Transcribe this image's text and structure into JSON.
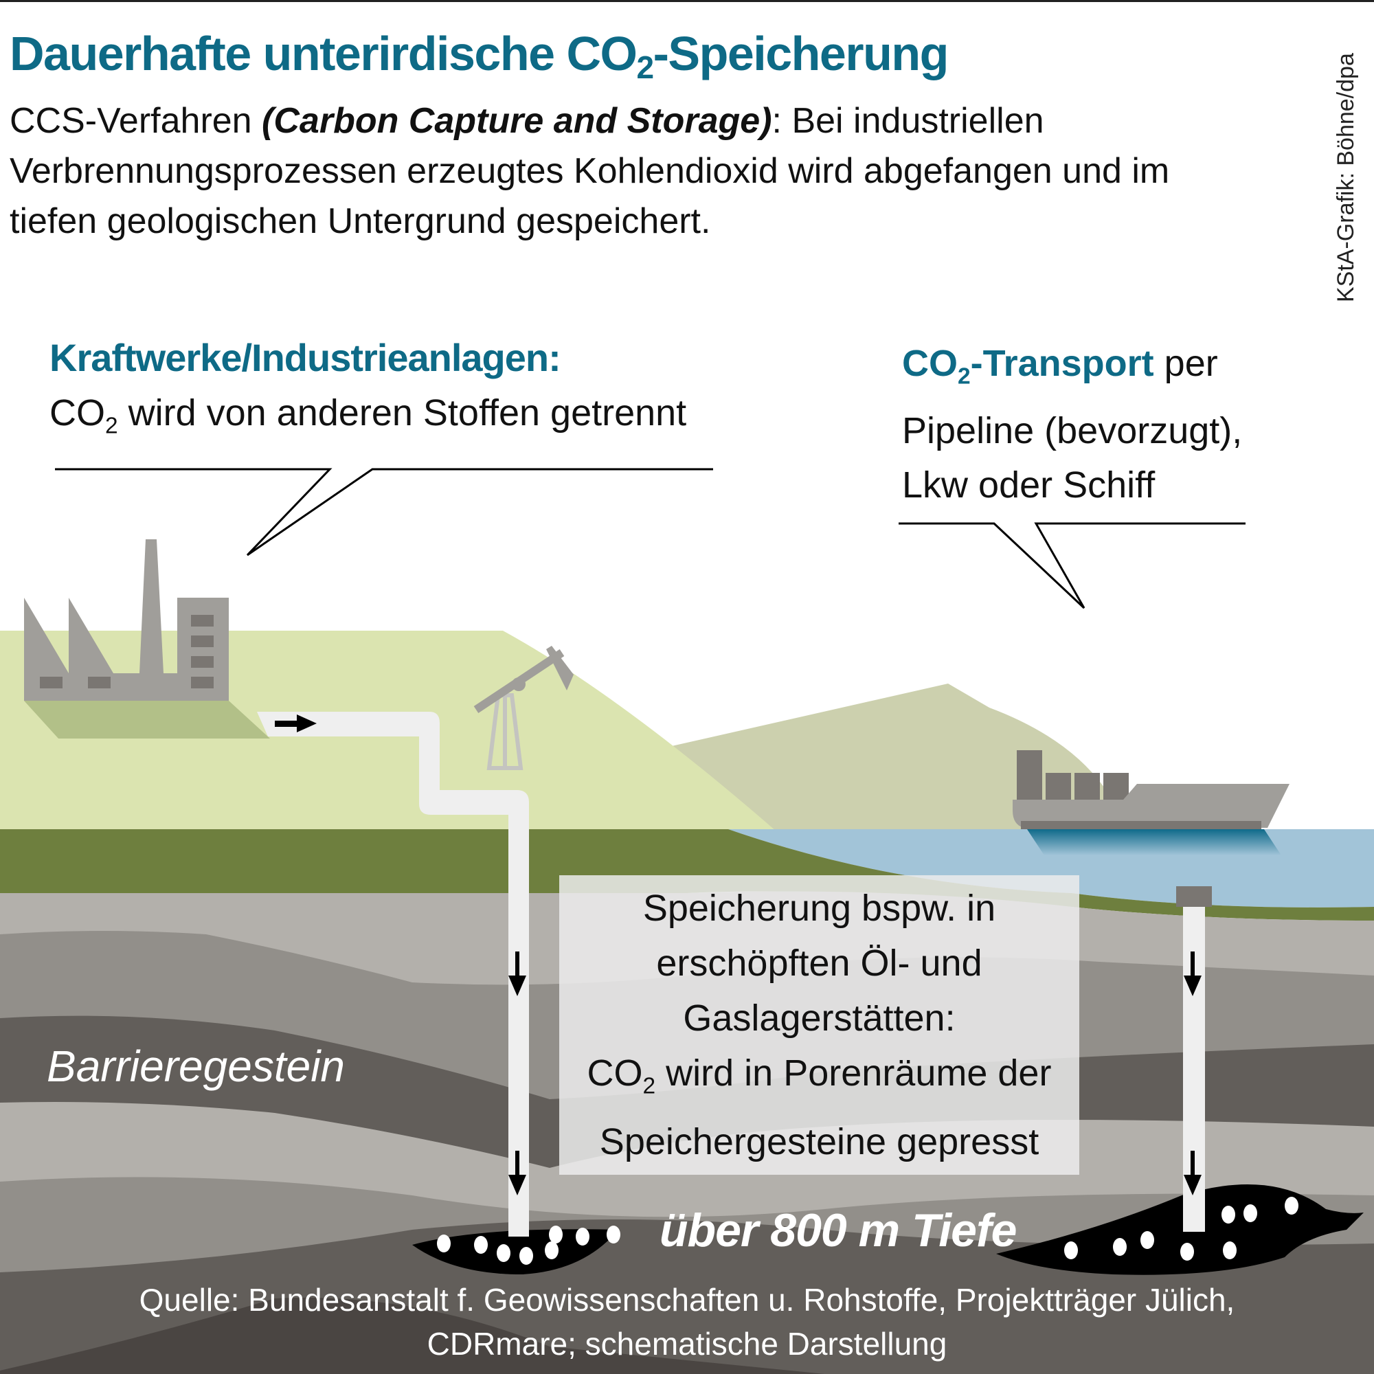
{
  "header": {
    "title_prefix": "Dauerhafte unterirdische CO",
    "title_sub": "2",
    "title_suffix": "-Speicherung",
    "intro_prefix": "CCS-Verfahren ",
    "intro_emph": "(Carbon Capture and Storage)",
    "intro_rest": ": Bei industriellen Verbrennungsprozessen erzeugtes Kohlendioxid wird abgefangen und im tiefen geologischen Untergrund gespeichert."
  },
  "credit": "KStA-Grafik: Böhne/dpa",
  "callouts": {
    "plants": {
      "heading": "Kraftwerke/Industrieanlagen:",
      "text_prefix": "CO",
      "text_sub": "2",
      "text_rest": " wird von anderen Stoffen getrennt"
    },
    "transport": {
      "heading_prefix": "CO",
      "heading_sub": "2",
      "heading_rest": "-Transport",
      "text_inline": " per",
      "line2": "Pipeline (bevorzugt),",
      "line3": "Lkw oder Schiff"
    }
  },
  "layers": {
    "barrier_label": "Barrieregestein",
    "depth_label": "über 800 m Tiefe"
  },
  "storage_box": {
    "line1": "Speicherung bspw. in",
    "line2": "erschöpften Öl- und",
    "line3": "Gaslagerstätten:",
    "line4_prefix": "CO",
    "line4_sub": "2",
    "line4_rest": " wird in Porenräume der",
    "line5": "Speichergesteine gepresst"
  },
  "source": {
    "line1": "Quelle: Bundesanstalt f. Geowissenschaften u. Rohstoffe, Projektträger Jülich,",
    "line2": "CDRmare; schematische Darstellung"
  },
  "icons": {
    "factory": "factory-icon",
    "pumpjack": "oil-pumpjack-icon",
    "ship": "cargo-ship-icon",
    "arrows": "arrow-icon"
  },
  "colors": {
    "title_blue": "#0e6a86",
    "meadow_light": "#dbe4b0",
    "hill_far": "#ccd0ae",
    "topsoil_green": "#6e7f3e",
    "water": "#a2c4d8",
    "rock_light": "#b3b0ab",
    "rock_mid": "#928f8a",
    "rock_dark": "#625e5a",
    "rock_deep": "#4a4542",
    "reservoir": "#000000",
    "pipe": "#efefef"
  }
}
